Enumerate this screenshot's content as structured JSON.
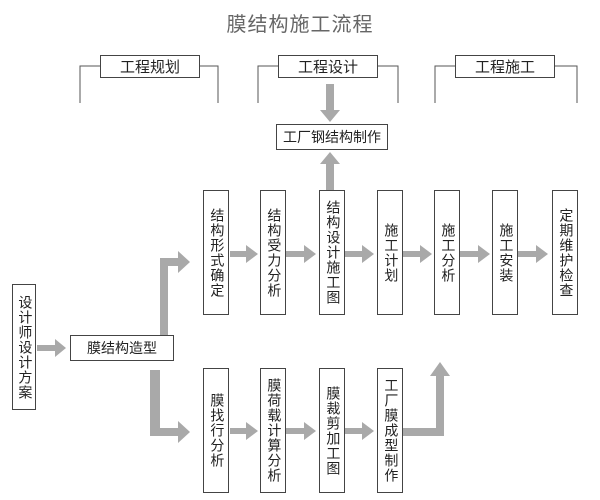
{
  "title": "膜结构施工流程",
  "phases": {
    "planning": "工程规划",
    "design": "工程设计",
    "construction": "工程施工"
  },
  "factory_steel": "工厂钢结构制作",
  "start": "设计师设计方案",
  "modeling": "膜结构造型",
  "upper_flow": [
    "结构形式确定",
    "结构受力分析",
    "结构设计施工图",
    "施工计划",
    "施工分析",
    "施工安装",
    "定期维护检查"
  ],
  "lower_flow": [
    "膜找行分析",
    "膜荷载计算分析",
    "膜裁剪加工图",
    "工厂膜成型制作"
  ],
  "colors": {
    "arrow": "#a9a9a9",
    "border": "#444444",
    "bracket": "#555555"
  }
}
